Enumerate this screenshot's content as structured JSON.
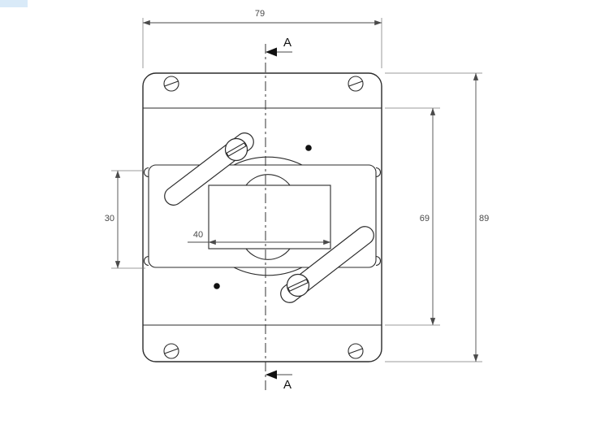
{
  "dimensions": {
    "overall_width": "79",
    "overall_height": "89",
    "inner_height": "69",
    "left_feature_height": "30",
    "slot_width": "40"
  },
  "section": {
    "top_label": "A",
    "bottom_label": "A"
  },
  "colors": {
    "outline": "#2b2b2b",
    "dimension_lines": "#4a4a4a",
    "background": "#ffffff"
  }
}
